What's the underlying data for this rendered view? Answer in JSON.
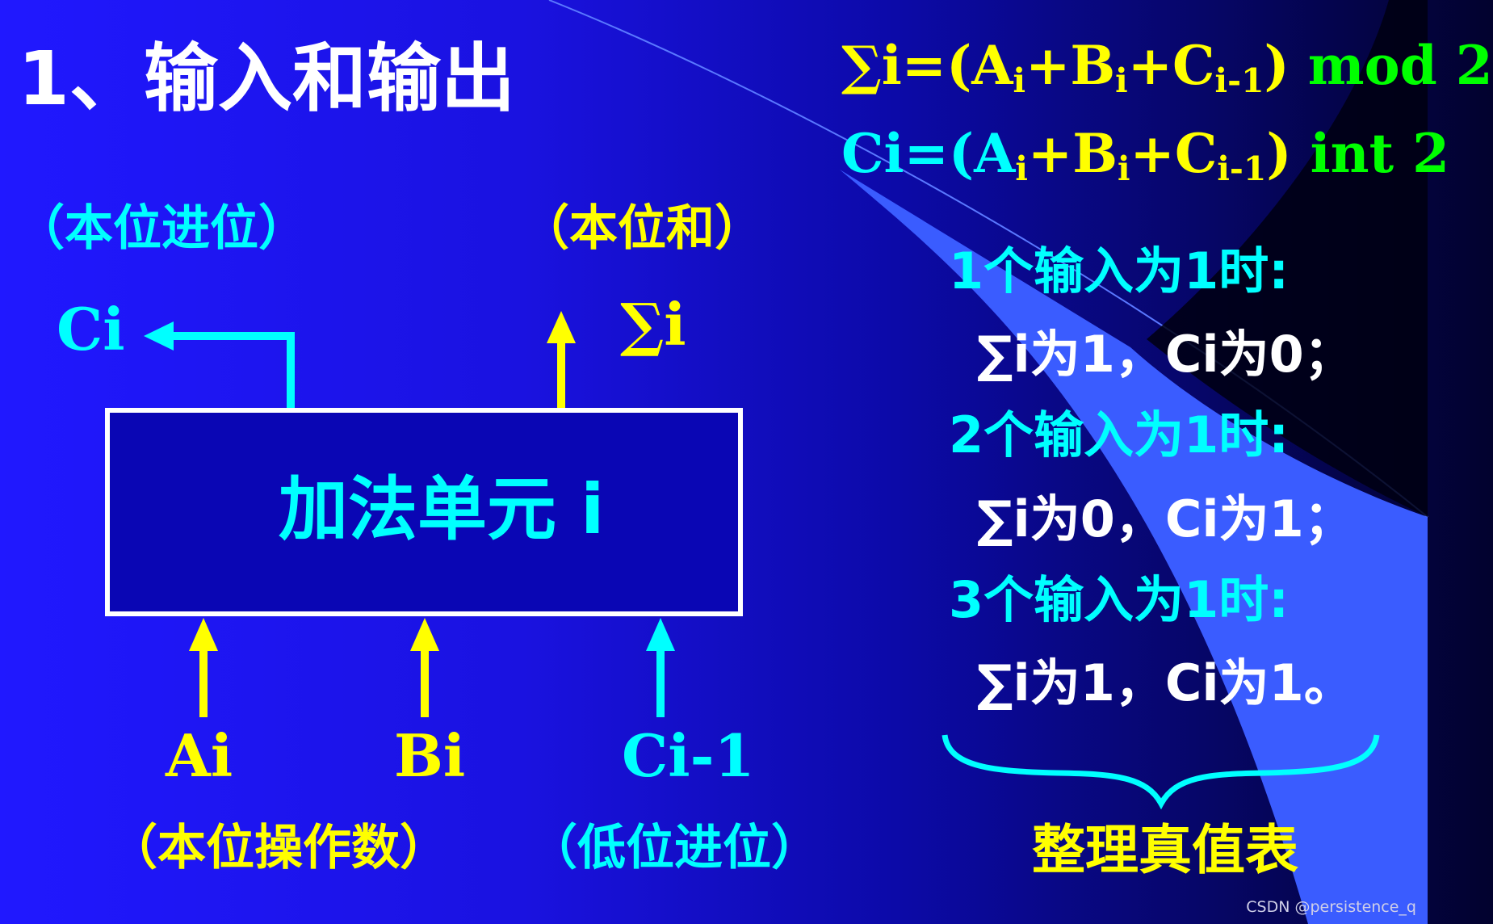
{
  "title": "1、输入和输出",
  "formula_sum": {
    "lead": "∑i=(A",
    "s1": "i",
    "p1": "+B",
    "s2": "i",
    "p2": "+C",
    "s3": "i-1",
    "close": ") ",
    "op": "mod 2"
  },
  "formula_carry": {
    "lead": "Ci=(A",
    "s1": "i",
    "p1": "+B",
    "s2": "i",
    "p2": "+C",
    "s3": "i-1",
    "close": ") ",
    "op": "int 2"
  },
  "labels": {
    "carry_out_desc": "（本位进位）",
    "sum_out_desc": "（本位和）",
    "carry_out": "Ci",
    "sum_out": "∑i",
    "adder": "加法单元 i",
    "in_a": "Ai",
    "in_b": "Bi",
    "in_c": "Ci-1",
    "operand_desc": "（本位操作数）",
    "low_carry_desc": "（低位进位）"
  },
  "cases": [
    {
      "head": "1个输入为1时:",
      "result": "∑i为1，Ci为0；"
    },
    {
      "head": "2个输入为1时:",
      "result": "∑i为0，Ci为1；"
    },
    {
      "head": "3个输入为1时:",
      "result": "∑i为1，Ci为1。"
    }
  ],
  "conclusion": "整理真值表",
  "watermark": "CSDN @persistence_q",
  "colors": {
    "background": "#1a12e0",
    "yellow": "#ffff00",
    "cyan": "#00ffff",
    "white": "#ffffff",
    "green": "#00ff00",
    "wedge": "#3a5cff"
  }
}
